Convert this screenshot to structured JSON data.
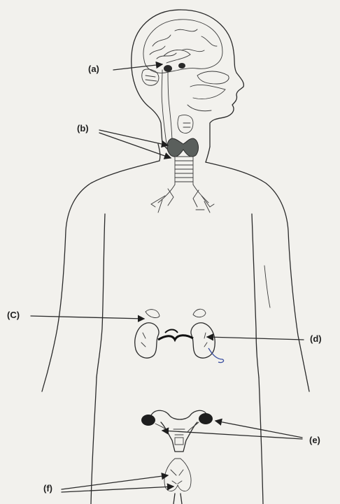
{
  "diagram": {
    "labels": {
      "a": "(a)",
      "b": "(b)",
      "c": "(C)",
      "d": "(d)",
      "e": "(e)",
      "f": "(f)"
    }
  }
}
